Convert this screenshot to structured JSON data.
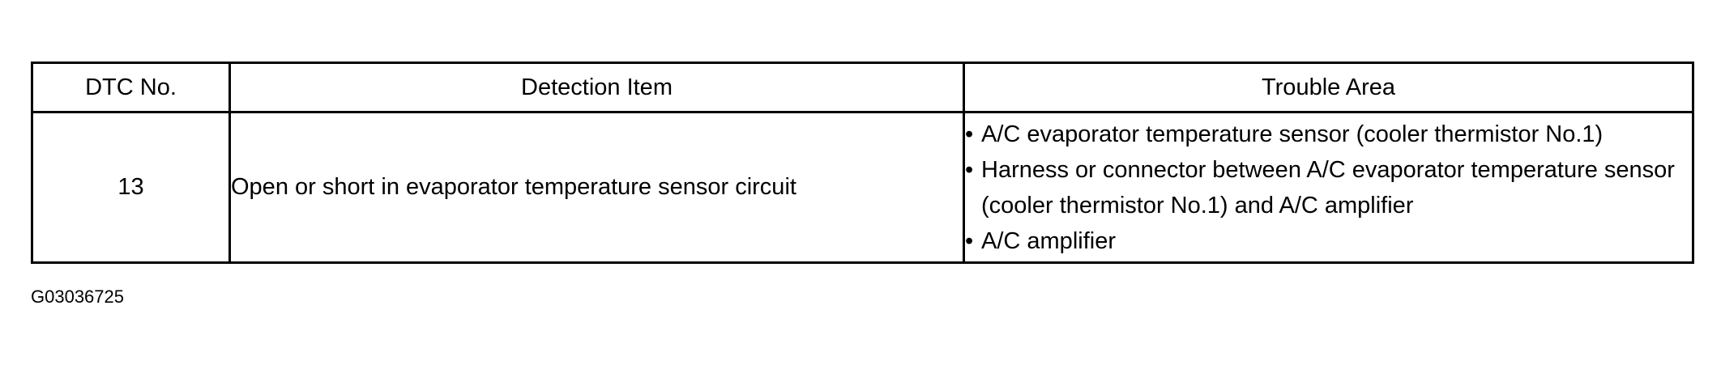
{
  "table": {
    "headers": [
      "DTC No.",
      "Detection Item",
      "Trouble Area"
    ],
    "rows": [
      {
        "dtc_no": "13",
        "detection_item": "Open or short in evaporator temperature sensor circuit",
        "trouble_area": [
          "A/C evaporator temperature sensor (cooler thermistor No.1)",
          "Harness or connector between A/C evaporator temperature sensor (cooler thermistor No.1) and A/C amplifier",
          "A/C amplifier"
        ]
      }
    ]
  },
  "bullet_glyph": "•",
  "figure_id": "G03036725"
}
